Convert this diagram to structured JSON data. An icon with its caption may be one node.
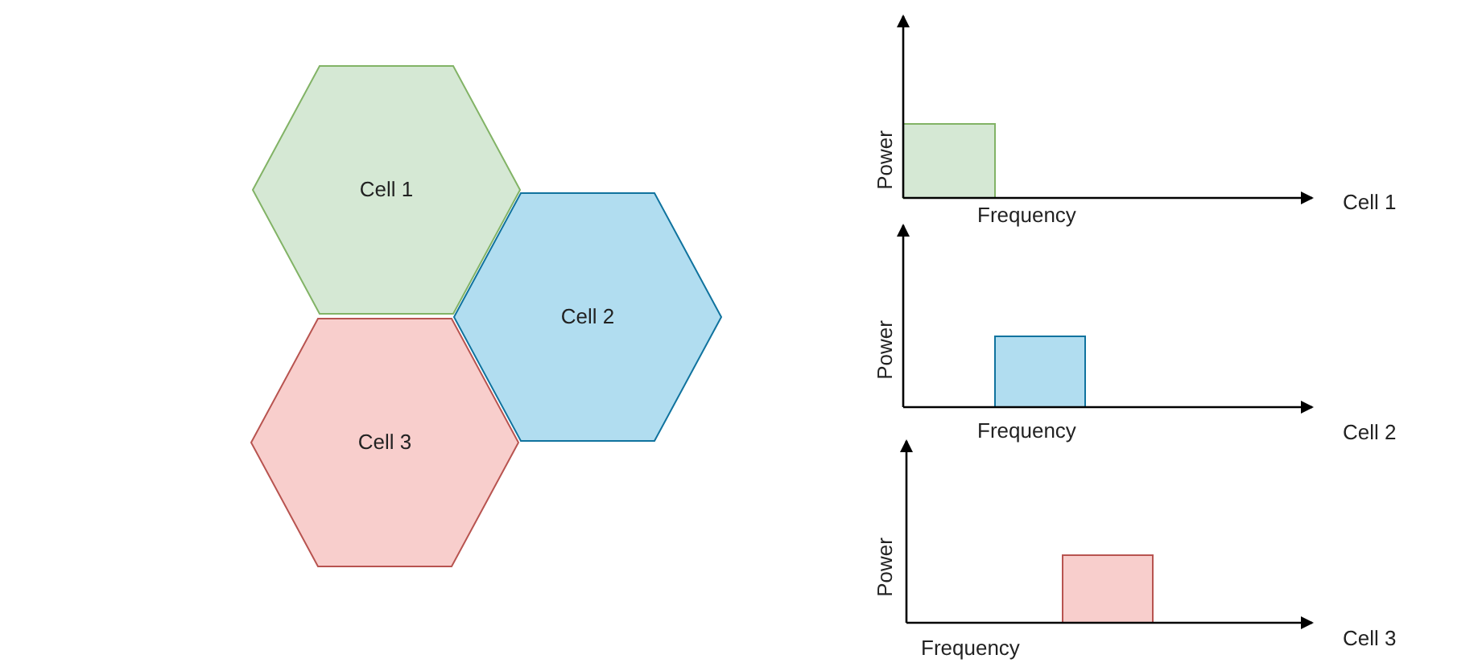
{
  "diagram": {
    "nodes": [
      {
        "text": [
          "Cell 1"
        ]
      },
      {
        "text": [
          "Cell 2"
        ]
      },
      {
        "text": [
          "Cell 3"
        ]
      }
    ],
    "labels": [
      "Power",
      "Cell 1",
      "Frequency",
      "Power",
      "Cell 2",
      "Frequency",
      "Power",
      "Cell 3",
      "Frequency"
    ]
  }
}
